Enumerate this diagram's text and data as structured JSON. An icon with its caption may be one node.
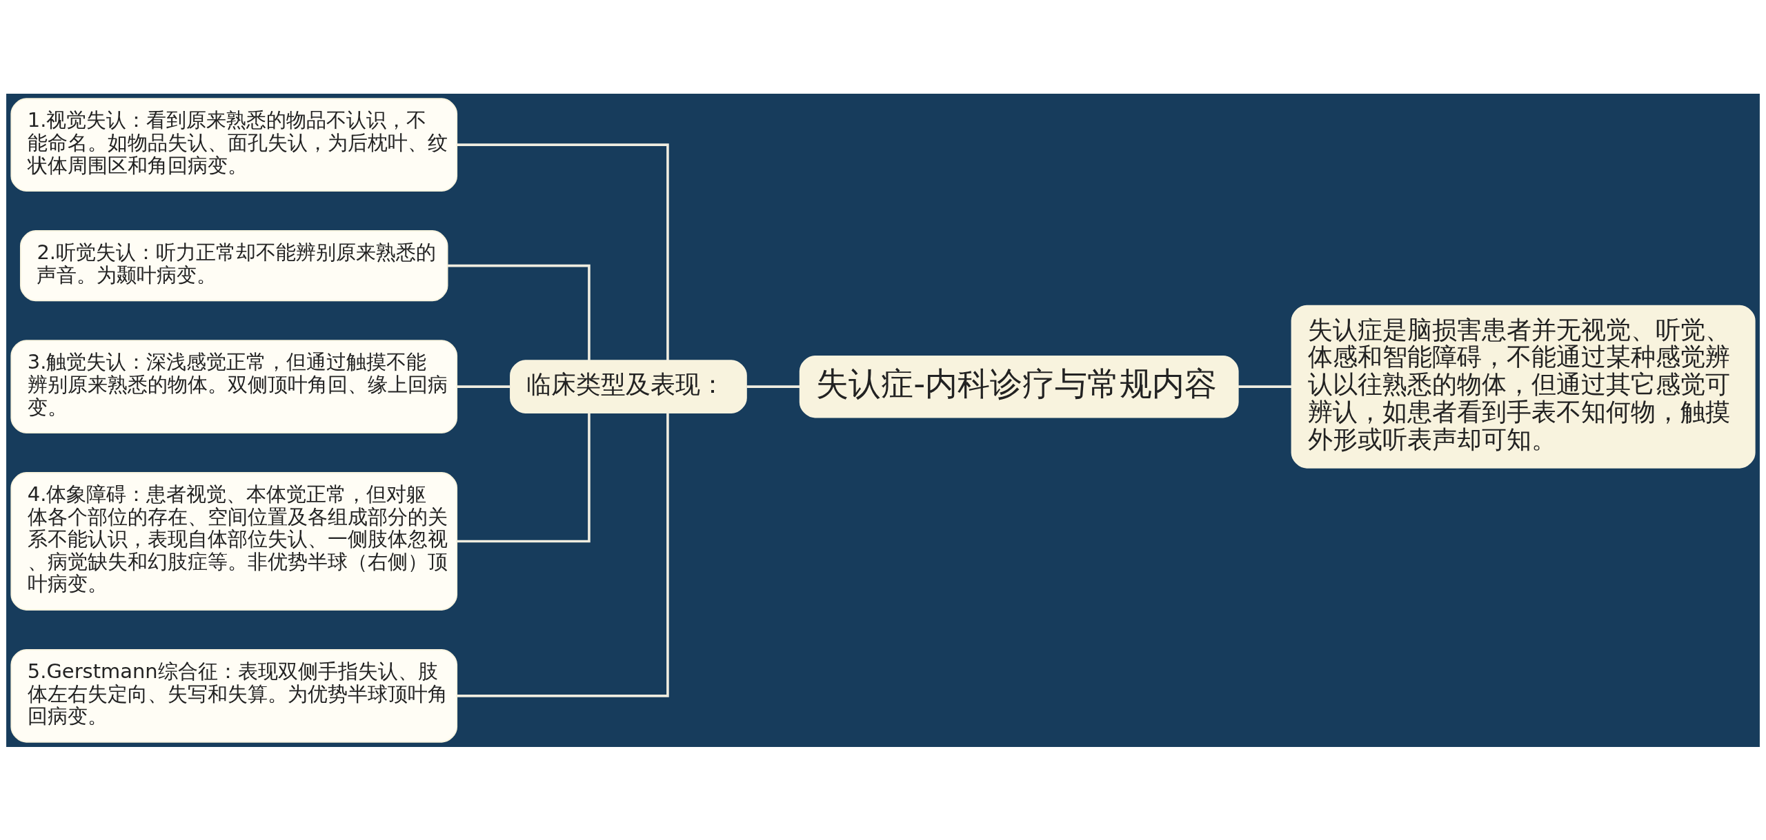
{
  "diagram": {
    "nodes": [
      {
        "text": [
          "失认症-内科诊疗与常规内容"
        ]
      },
      {
        "text": [
          "失认症是脑损害患者并无视觉、听觉、体感和智能障碍，不能通过某种感觉辨认以往熟悉的物体，但通过其它感觉可辨认，如患者看到手表不知何物，触摸外形或听表声却可知。"
        ]
      },
      {
        "text": [
          "临床类型及表现："
        ]
      },
      {
        "text": [
          "1.视觉失认：看到原来熟悉的物品不认识，不能命名。如物品失认、面孔失认，为后枕叶、纹状体周围区和角回病变。"
        ]
      },
      {
        "text": [
          "2.听觉失认：听力正常却不能辨别原来熟悉的声音。为颞叶病变。"
        ]
      },
      {
        "text": [
          "3.触觉失认：深浅感觉正常，但通过触摸不能辨别原来熟悉的物体。双侧顶叶角回、缘上回病变。"
        ]
      },
      {
        "text": [
          "4.体象障碍：患者视觉、本体觉正常，但对躯体各个部位的存在、空间位置及各组成部分的关系不能认识，表现自体部位失认、一侧肢体忽视、病觉缺失和幻肢症等。非优势半球（右侧）顶叶病变。"
        ]
      },
      {
        "text": [
          "5.Gerstmann综合征：表现双侧手指失认、肢体左右失定向、失写和失算。为优势半球顶叶角回病变。"
        ]
      }
    ],
    "edges": [
      {
        "from": 0,
        "to": 1,
        "arrow": "none"
      },
      {
        "from": 0,
        "to": 2,
        "arrow": "none"
      },
      {
        "from": 2,
        "to": 3,
        "arrow": "none"
      },
      {
        "from": 2,
        "to": 4,
        "arrow": "none"
      },
      {
        "from": 2,
        "to": 5,
        "arrow": "none"
      },
      {
        "from": 2,
        "to": 6,
        "arrow": "none"
      },
      {
        "from": 2,
        "to": 7,
        "arrow": "none"
      }
    ]
  }
}
